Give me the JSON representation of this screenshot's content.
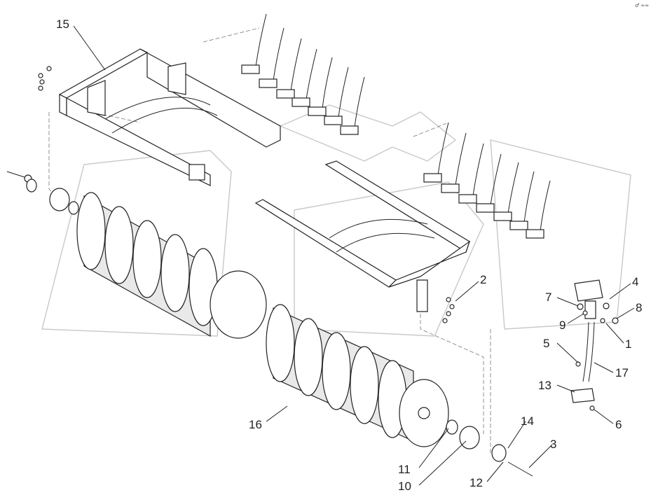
{
  "corner_mark": "♂ ∞∞",
  "callouts": [
    {
      "id": "15",
      "text": "15"
    },
    {
      "id": "2",
      "text": "2"
    },
    {
      "id": "4",
      "text": "4"
    },
    {
      "id": "7",
      "text": "7"
    },
    {
      "id": "8",
      "text": "8"
    },
    {
      "id": "9",
      "text": "9"
    },
    {
      "id": "1",
      "text": "1"
    },
    {
      "id": "5",
      "text": "5"
    },
    {
      "id": "17",
      "text": "17"
    },
    {
      "id": "13",
      "text": "13"
    },
    {
      "id": "6",
      "text": "6"
    },
    {
      "id": "16",
      "text": "16"
    },
    {
      "id": "14",
      "text": "14"
    },
    {
      "id": "3",
      "text": "3"
    },
    {
      "id": "11",
      "text": "11"
    },
    {
      "id": "10",
      "text": "10"
    },
    {
      "id": "12",
      "text": "12"
    }
  ]
}
